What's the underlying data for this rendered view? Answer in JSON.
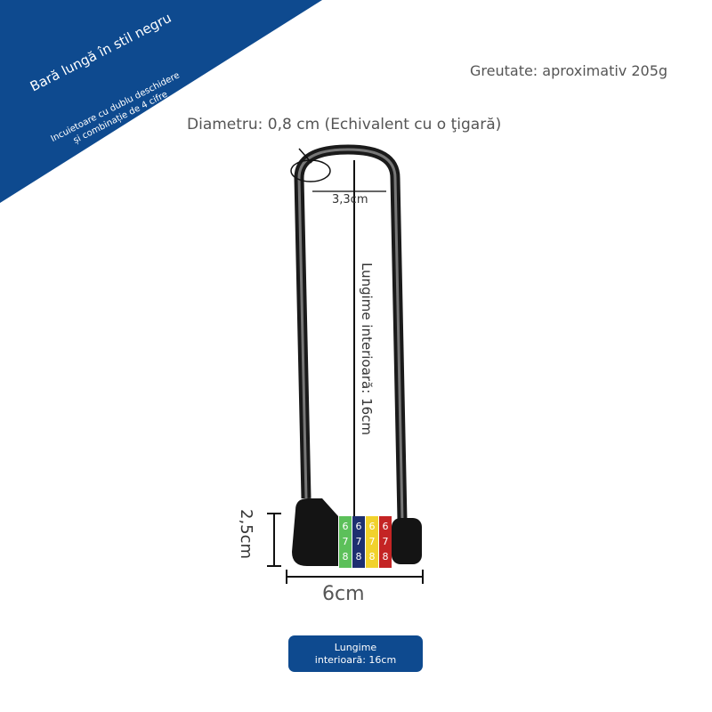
{
  "banner": {
    "title": "Bară lungă în stil negru",
    "subtitle_line1": "Incuietoare cu dublu deschidere",
    "subtitle_line2": "și combinație de 4 cifre",
    "color": "#0e4a8f"
  },
  "specs": {
    "weight": "Greutate: aproximativ 205g",
    "diameter": "Diametru: 0,8 cm (Echivalent cu o ţigară)"
  },
  "dimensions": {
    "shackle_width": "3,3cm",
    "inner_length": "Lungime interioară: 16cm",
    "body_height": "2,5cm",
    "body_width": "6cm"
  },
  "dials": {
    "colors": [
      "#5cc05a",
      "#1d2f70",
      "#f1d22c",
      "#c42424"
    ],
    "digits": [
      "6",
      "7",
      "8"
    ]
  },
  "badge": {
    "line1": "Lungime",
    "line2": "interioară: 16cm"
  }
}
